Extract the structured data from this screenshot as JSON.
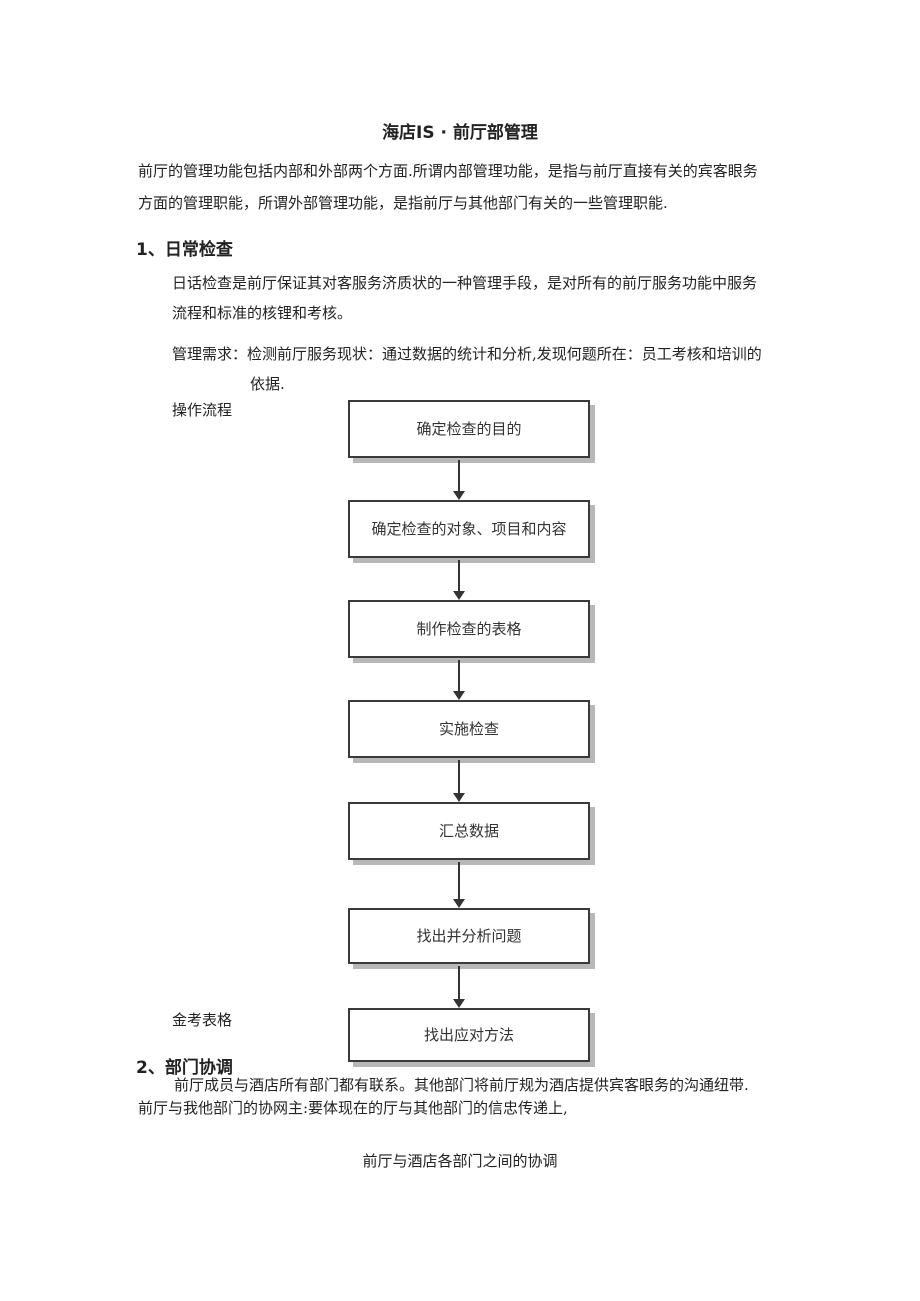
{
  "title": "海店IS · 前厅部管理",
  "intro": {
    "line1": "前厅的管理功能包括内部和外部两个方面.所谓内部管理功能，是指与前厅直接有关的宾客眼务",
    "line2": "方面的管理职能，所谓外部管理功能，是指前厅与其他部门有关的一些管理职能."
  },
  "section1": {
    "heading": "1、日常检查",
    "para_line1": "日话检查是前厅保证其对客服务济质状的一种管理手段，是对所有的前厅服务功能中服务",
    "para_line2": "流程和标准的核锂和考核。",
    "needs_line1": "管理需求：检测前厅服务现状：通过数据的统计和分析,发现何题所在：员工考核和培训的",
    "needs_line2": "依据.",
    "process_label": "操作流程",
    "table_label": "金考表格",
    "flow_steps": [
      "确定检查的目的",
      "确定检查的对象、项目和内容",
      "制作检查的表格",
      "实施检查",
      "汇总数据",
      "找出并分析问题",
      "找出应对方法"
    ]
  },
  "section2": {
    "heading": "2、部门协调",
    "para_line1": "前厅成员与酒店所有部门都有联系。其他部门将前厅规为酒店提供宾客眼务的沟通纽带.",
    "para_line2": "前厅与我他部门的协网主:要体现在的厅与其他部门的信忠传递上,",
    "caption": "前厅与酒店各部门之间的协调"
  }
}
